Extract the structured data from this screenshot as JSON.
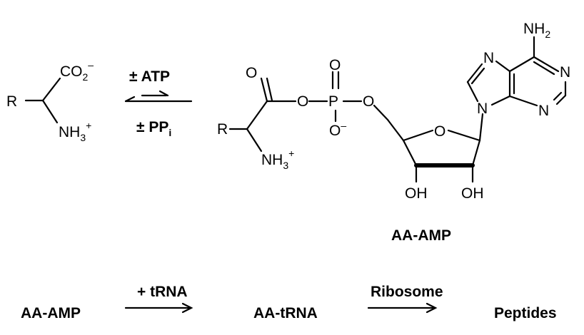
{
  "reaction": {
    "forward_reagent": "± ATP",
    "reverse_reagent": "± PP",
    "reverse_reagent_sub": "i"
  },
  "amino_acid": {
    "r": "R",
    "carboxylate": "CO",
    "carboxylate_sub": "2",
    "carboxylate_charge": "–",
    "amine": "NH",
    "amine_sub": "3",
    "amine_charge": "+"
  },
  "aa_amp": {
    "r": "R",
    "carbonyl_o": "O",
    "ester_o": "O",
    "p": "P",
    "p_double_o": "O",
    "p_minus_o": "O",
    "p_minus_charge": "–",
    "p_ester_o": "O",
    "ring_o": "O",
    "oh_left": "OH",
    "oh_right": "OH",
    "amine": "NH",
    "amine_sub": "3",
    "amine_charge": "+",
    "label": "AA-AMP"
  },
  "adenine": {
    "nh2": "NH",
    "nh2_sub": "2",
    "n_top": "N",
    "n_right": "N",
    "n_bottom": "N",
    "n_glyco": "N"
  },
  "pathway": {
    "start": "AA-AMP",
    "step1_label": "+ tRNA",
    "middle": "AA-tRNA",
    "step2_label": "Ribosome",
    "end": "Peptides"
  }
}
